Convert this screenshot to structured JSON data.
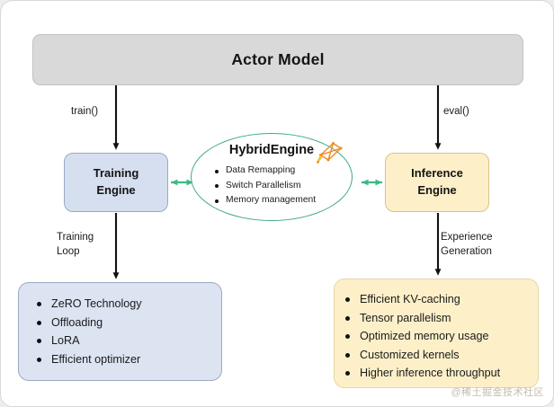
{
  "diagram": {
    "title": "Actor Model",
    "header": {
      "label": "Actor Model"
    },
    "nodes": {
      "training_engine": "Training\nEngine",
      "training_engine_line1": "Training",
      "training_engine_line2": "Engine",
      "inference_engine_line1": "Inference",
      "inference_engine_line2": "Engine",
      "hybrid_engine": "HybridEngine"
    },
    "hybrid_engine_items": [
      "Data Remapping",
      "Switch Parallelism",
      "Memory management"
    ],
    "training_details": [
      "ZeRO Technology",
      "Offloading",
      "LoRA",
      "Efficient optimizer"
    ],
    "inference_details": [
      "Efficient KV-caching",
      "Tensor parallelism",
      "Optimized memory usage",
      "Customized kernels",
      "Higher inference throughput"
    ],
    "edge_labels": {
      "train": "train()",
      "eval": "eval()",
      "training_loop": "Training\nLoop",
      "experience_generation": "Experience\nGeneration"
    },
    "icons": {
      "kite": "kite-icon"
    },
    "watermark": "@稀土掘金技术社区",
    "colors": {
      "header_fill": "#d9d9d9",
      "training_fill": "#d6dfef",
      "training_detail_fill": "#dce4f2",
      "inference_fill": "#fdf0c9",
      "hybrid_stroke": "#3fa97f",
      "arrow_black": "#111111",
      "arrow_green": "#3fb984",
      "kite_orange": "#ef8a22"
    }
  }
}
